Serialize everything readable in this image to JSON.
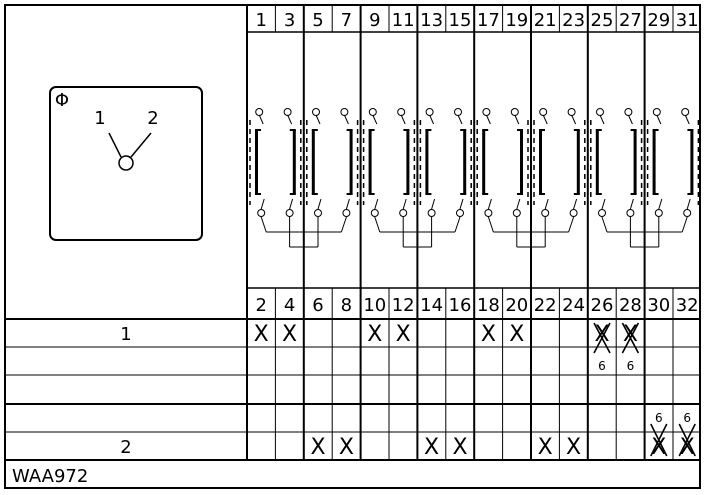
{
  "terminals_top": [
    "1",
    "3",
    "5",
    "7",
    "9",
    "11",
    "13",
    "15",
    "17",
    "19",
    "21",
    "23",
    "25",
    "27",
    "29",
    "31"
  ],
  "terminals_bottom": [
    "2",
    "4",
    "6",
    "8",
    "10",
    "12",
    "14",
    "16",
    "18",
    "20",
    "22",
    "24",
    "26",
    "28",
    "30",
    "32"
  ],
  "position_label": "Φ",
  "positions": [
    "1",
    "2"
  ],
  "table": {
    "row_labels": [
      "1",
      "",
      "",
      "",
      "2"
    ],
    "marks": [
      [
        "X",
        "X",
        "",
        "",
        "X",
        "X",
        "",
        "",
        "X",
        "X",
        "",
        "",
        "X",
        "X",
        "",
        ""
      ],
      [
        "",
        "",
        "",
        "",
        "",
        "",
        "",
        "",
        "",
        "",
        "",
        "",
        "6",
        "6",
        "",
        ""
      ],
      [
        "",
        "",
        "",
        "",
        "",
        "",
        "",
        "",
        "",
        "",
        "",
        "",
        "",
        "",
        "",
        ""
      ],
      [
        "",
        "",
        "",
        "",
        "",
        "",
        "",
        "",
        "",
        "",
        "",
        "",
        "",
        "",
        "6",
        "6"
      ],
      [
        "",
        "",
        "X",
        "X",
        "",
        "",
        "X",
        "X",
        "",
        "",
        "X",
        "X",
        "",
        "",
        "X",
        "X"
      ]
    ]
  },
  "model": "WAA972"
}
